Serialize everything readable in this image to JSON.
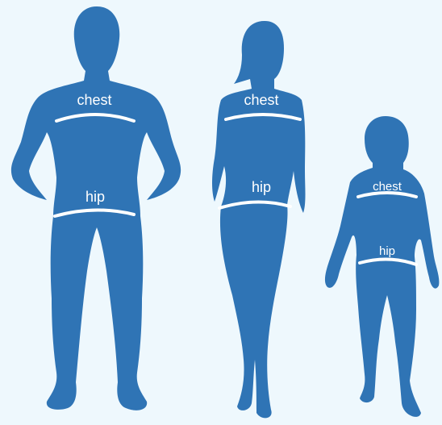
{
  "figures": [
    {
      "name": "man",
      "chest_label": "chest",
      "hip_label": "hip"
    },
    {
      "name": "woman",
      "chest_label": "chest",
      "hip_label": "hip"
    },
    {
      "name": "child",
      "chest_label": "chest",
      "hip_label": "hip"
    }
  ],
  "colors": {
    "background": "#eef8fd",
    "silhouette": "#2f74b5",
    "measure": "#ffffff"
  }
}
